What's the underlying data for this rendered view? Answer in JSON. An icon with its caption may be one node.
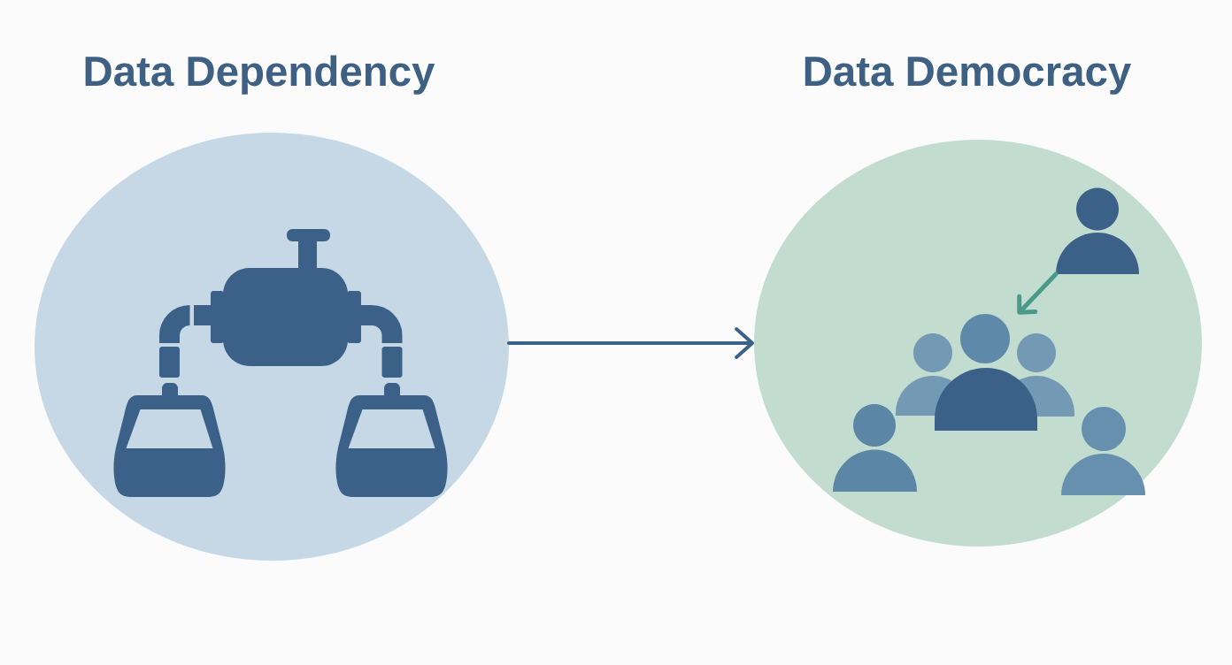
{
  "diagram": {
    "nodes": [
      {
        "text": [
          "Data Dependency"
        ]
      },
      {
        "text": [
          "Data Democracy"
        ]
      },
      {
        "text": [],
        "shape": "person",
        "in": 1
      },
      {
        "text": [],
        "shape": "person",
        "in": 1
      },
      {
        "text": [],
        "shape": "person",
        "in": 1
      },
      {
        "text": [],
        "shape": "person",
        "in": 1
      }
    ],
    "edges": [
      {
        "from": 0,
        "to": 1,
        "arrow": "to"
      },
      {
        "from": 2,
        "to": 3,
        "arrow": "to",
        "color": "#4a9a8c"
      }
    ]
  }
}
